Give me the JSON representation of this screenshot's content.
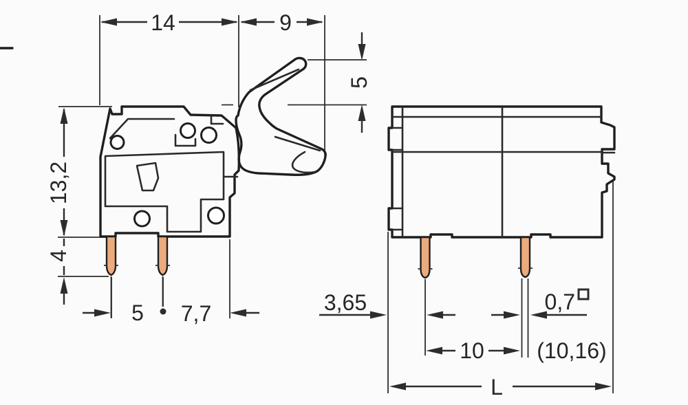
{
  "page": {
    "background": "#fbfbfb"
  },
  "colors": {
    "housing_fill": "#c3c3c3",
    "lever_fill": "#ffffff",
    "pin_fill": "#ebab7d",
    "hole_fill": "#ffffff",
    "outline": "#1f1f1f",
    "dimension_lines": "#2d2d2d",
    "text": "#262626"
  },
  "side_view": {
    "dims": {
      "housing_width": "14",
      "lever_reach": "9",
      "lever_rise": "5",
      "housing_height": "13,2",
      "pin_length": "4",
      "pin_pitch": "5",
      "pitch_to_edge": "7,7"
    }
  },
  "front_view": {
    "dims": {
      "edge_to_first_pin": "3,65",
      "pin_cross_section": "0,7",
      "pole_pitch": "10",
      "pole_pitch_alt": "(10,16)",
      "overall_length": "L"
    }
  }
}
